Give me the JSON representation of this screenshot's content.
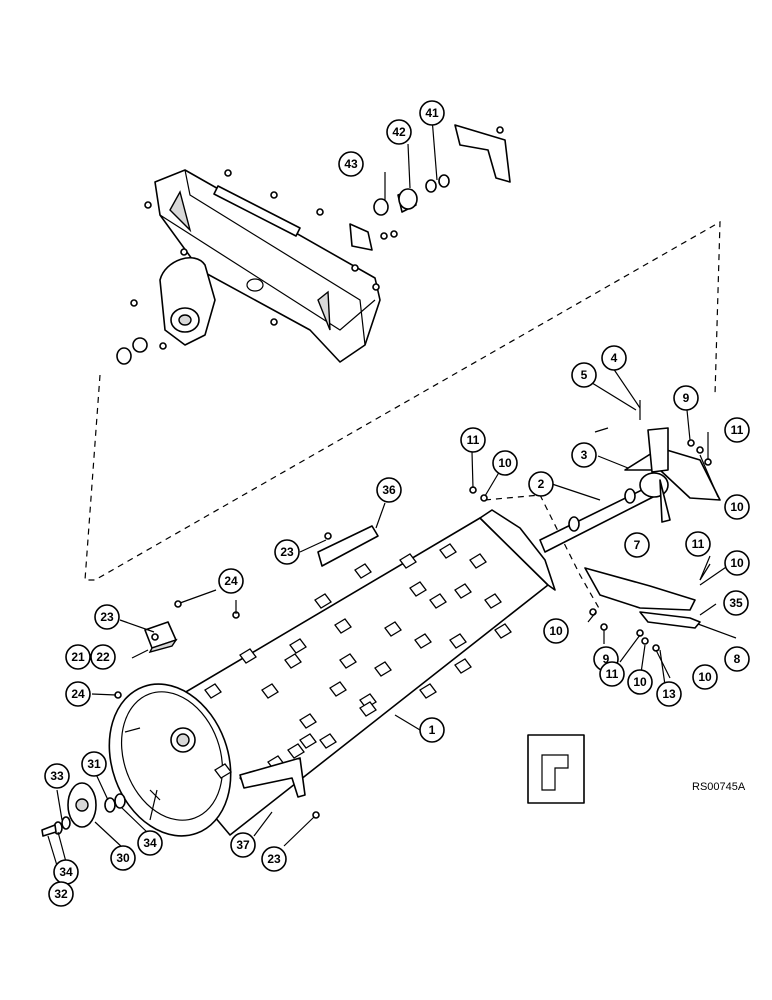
{
  "reference_code": "RS00745A",
  "callouts": [
    {
      "id": "c43",
      "label": "43"
    },
    {
      "id": "c42",
      "label": "42"
    },
    {
      "id": "c41",
      "label": "41"
    },
    {
      "id": "c4",
      "label": "4"
    },
    {
      "id": "c5",
      "label": "5"
    },
    {
      "id": "c9a",
      "label": "9"
    },
    {
      "id": "c3",
      "label": "3"
    },
    {
      "id": "c11a",
      "label": "11"
    },
    {
      "id": "c10a",
      "label": "10"
    },
    {
      "id": "c11b",
      "label": "11"
    },
    {
      "id": "c10b",
      "label": "10"
    },
    {
      "id": "c2",
      "label": "2"
    },
    {
      "id": "c36",
      "label": "36"
    },
    {
      "id": "c23a",
      "label": "23"
    },
    {
      "id": "c7",
      "label": "7"
    },
    {
      "id": "c11c",
      "label": "11"
    },
    {
      "id": "c10c",
      "label": "10"
    },
    {
      "id": "c24a",
      "label": "24"
    },
    {
      "id": "c23b",
      "label": "23"
    },
    {
      "id": "c35",
      "label": "35"
    },
    {
      "id": "c10d",
      "label": "10"
    },
    {
      "id": "c9b",
      "label": "9"
    },
    {
      "id": "c21",
      "label": "21"
    },
    {
      "id": "c22",
      "label": "22"
    },
    {
      "id": "c8",
      "label": "8"
    },
    {
      "id": "c11d",
      "label": "11"
    },
    {
      "id": "c10e",
      "label": "10"
    },
    {
      "id": "c10f",
      "label": "10"
    },
    {
      "id": "c13",
      "label": "13"
    },
    {
      "id": "c24b",
      "label": "24"
    },
    {
      "id": "c1",
      "label": "1"
    },
    {
      "id": "c33",
      "label": "33"
    },
    {
      "id": "c31",
      "label": "31"
    },
    {
      "id": "c34a",
      "label": "34"
    },
    {
      "id": "c30",
      "label": "30"
    },
    {
      "id": "c34b",
      "label": "34"
    },
    {
      "id": "c37",
      "label": "37"
    },
    {
      "id": "c32",
      "label": "32"
    },
    {
      "id": "c23c",
      "label": "23"
    }
  ]
}
